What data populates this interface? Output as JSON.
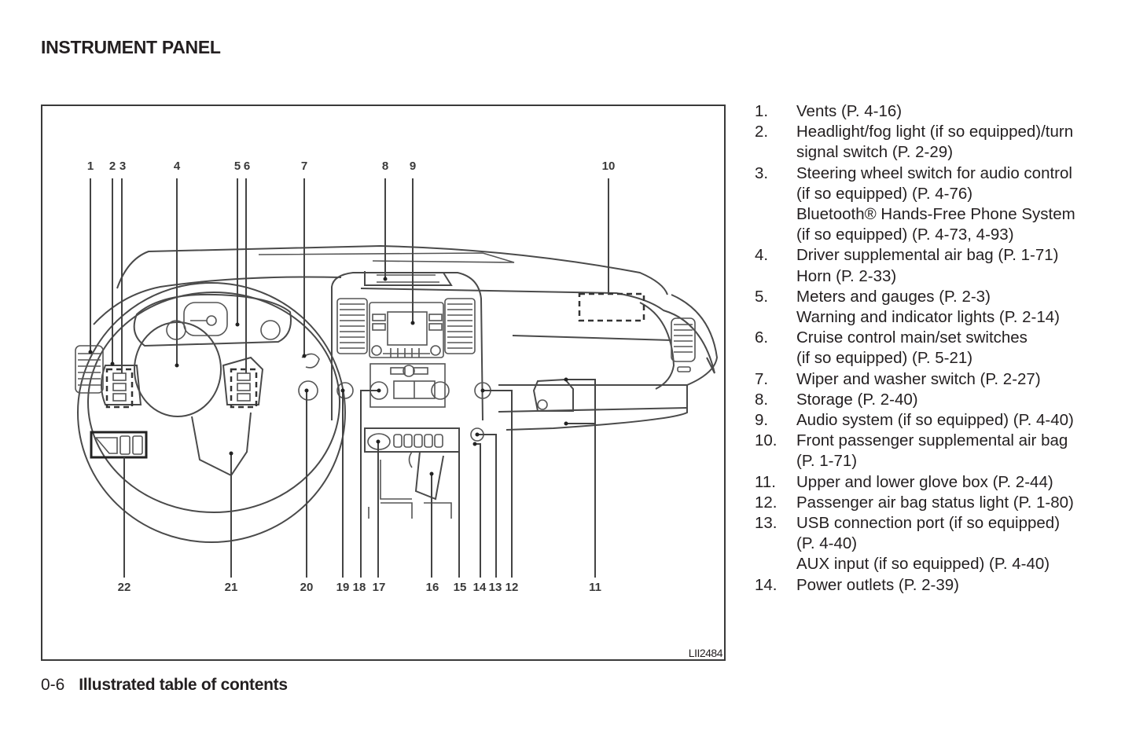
{
  "page": {
    "section_title": "INSTRUMENT PANEL",
    "footer": {
      "page_number": "0-6",
      "chapter_title": "Illustrated table of contents"
    }
  },
  "figure": {
    "figure_id": "LII2484",
    "top_callouts": [
      "1",
      "2",
      "3",
      "4",
      "5",
      "6",
      "7",
      "8",
      "9",
      "10"
    ],
    "bottom_callouts": [
      "22",
      "21",
      "20",
      "19",
      "18",
      "17",
      "16",
      "15",
      "14",
      "13",
      "12",
      "11"
    ]
  },
  "legend": [
    {
      "number": "1.",
      "lines": [
        "Vents (P. 4-16)"
      ]
    },
    {
      "number": "2.",
      "lines": [
        "Headlight/fog light (if so equipped)/turn",
        "signal switch (P. 2-29)"
      ]
    },
    {
      "number": "3.",
      "lines": [
        "Steering wheel switch for audio control",
        "(if so equipped) (P. 4-76)",
        "Bluetooth® Hands-Free Phone System",
        "(if so equipped) (P. 4-73, 4-93)"
      ]
    },
    {
      "number": "4.",
      "lines": [
        "Driver supplemental air bag (P. 1-71)",
        "Horn (P. 2-33)"
      ]
    },
    {
      "number": "5.",
      "lines": [
        "Meters and gauges (P. 2-3)",
        "Warning and indicator lights (P. 2-14)"
      ]
    },
    {
      "number": "6.",
      "lines": [
        "Cruise control main/set switches",
        "(if so equipped) (P. 5-21)"
      ]
    },
    {
      "number": "7.",
      "lines": [
        "Wiper and washer switch (P. 2-27)"
      ]
    },
    {
      "number": "8.",
      "lines": [
        "Storage (P. 2-40)"
      ]
    },
    {
      "number": "9.",
      "lines": [
        "Audio system (if so equipped) (P. 4-40)"
      ]
    },
    {
      "number": "10.",
      "lines": [
        "Front passenger supplemental air bag",
        "(P. 1-71)"
      ]
    },
    {
      "number": "11.",
      "lines": [
        "Upper and lower glove box (P. 2-44)"
      ]
    },
    {
      "number": "12.",
      "lines": [
        "Passenger air bag status light (P. 1-80)"
      ]
    },
    {
      "number": "13.",
      "lines": [
        "USB connection port (if so equipped)",
        "(P. 4-40)",
        "AUX input (if so equipped) (P. 4-40)"
      ]
    },
    {
      "number": "14.",
      "lines": [
        "Power outlets (P. 2-39)"
      ]
    }
  ]
}
